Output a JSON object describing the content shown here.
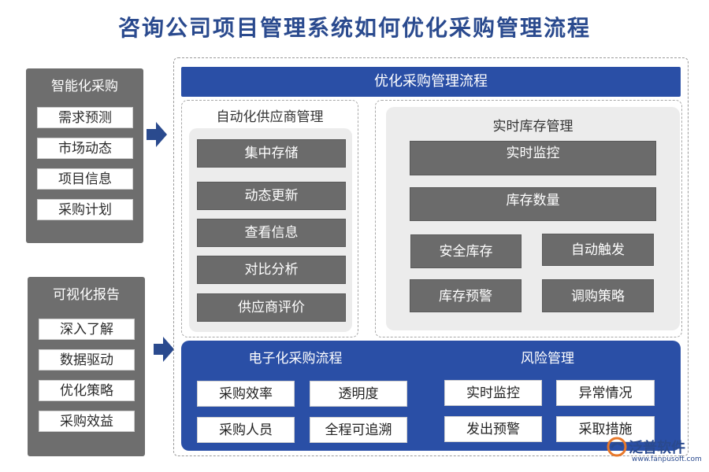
{
  "title": "咨询公司项目管理系统如何优化采购管理流程",
  "left_panels": [
    {
      "title": "智能化采购",
      "items": [
        "需求预测",
        "市场动态",
        "项目信息",
        "采购计划"
      ]
    },
    {
      "title": "可视化报告",
      "items": [
        "深入了解",
        "数据驱动",
        "优化策略",
        "采购效益"
      ]
    }
  ],
  "main": {
    "header": "优化采购管理流程",
    "supplier": {
      "title": "自动化供应商管理",
      "items": [
        "集中存储",
        "动态更新",
        "查看信息",
        "对比分析",
        "供应商评价"
      ]
    },
    "inventory": {
      "title": "实时库存管理",
      "items": [
        "实时监控",
        "库存数量",
        "安全库存",
        "自动触发",
        "库存预警",
        "调购策略"
      ]
    },
    "eprocure": {
      "title": "电子化采购流程",
      "items": [
        "采购效率",
        "透明度",
        "采购人员",
        "全程可追溯"
      ]
    },
    "risk": {
      "title": "风险管理",
      "items": [
        "实时监控",
        "异常情况",
        "发出预警",
        "采取措施"
      ]
    }
  },
  "logo": {
    "name": "泛普软件",
    "url": "www.fanpusoft.com"
  },
  "colors": {
    "brand_blue": "#2a4fa6",
    "title_blue": "#2a4a8e",
    "panel_grey": "#6e6e6e",
    "button_grey": "#6b6b6b"
  }
}
